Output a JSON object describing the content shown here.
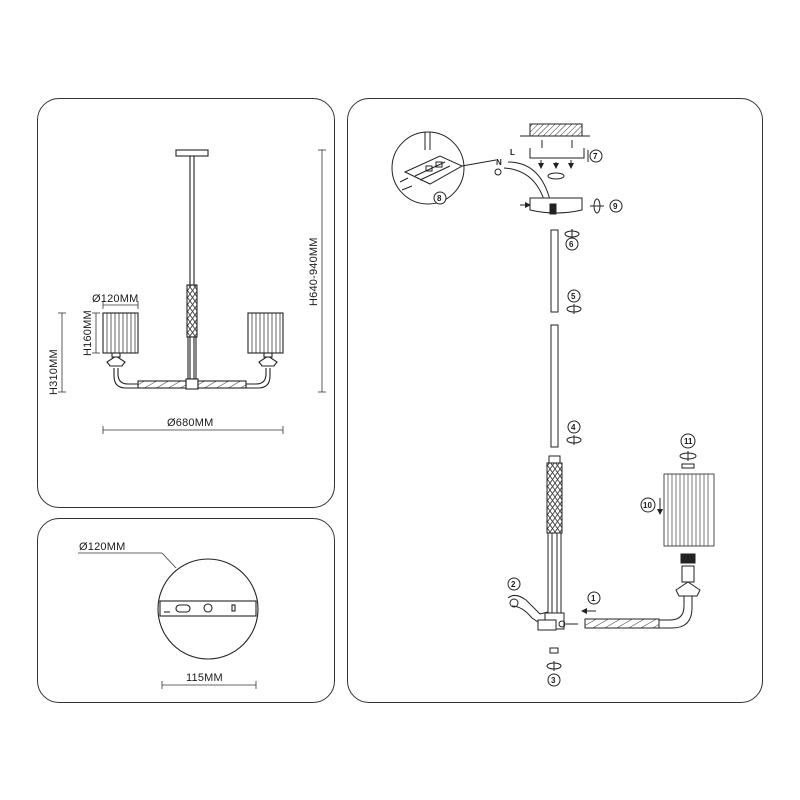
{
  "dimensions_panel": {
    "shade_diameter": "Ø120MM",
    "shade_height": "H160MM",
    "arm_height": "H310MM",
    "total_height": "H640-940MM",
    "span_diameter": "Ø680MM"
  },
  "canopy_panel": {
    "canopy_diameter": "Ø120MM",
    "bracket_width": "115MM"
  },
  "assembly_panel": {
    "steps": [
      "1",
      "2",
      "3",
      "4",
      "5",
      "6",
      "7",
      "8",
      "9",
      "10",
      "11"
    ],
    "wire_labels": {
      "live": "L",
      "neutral": "N"
    }
  }
}
